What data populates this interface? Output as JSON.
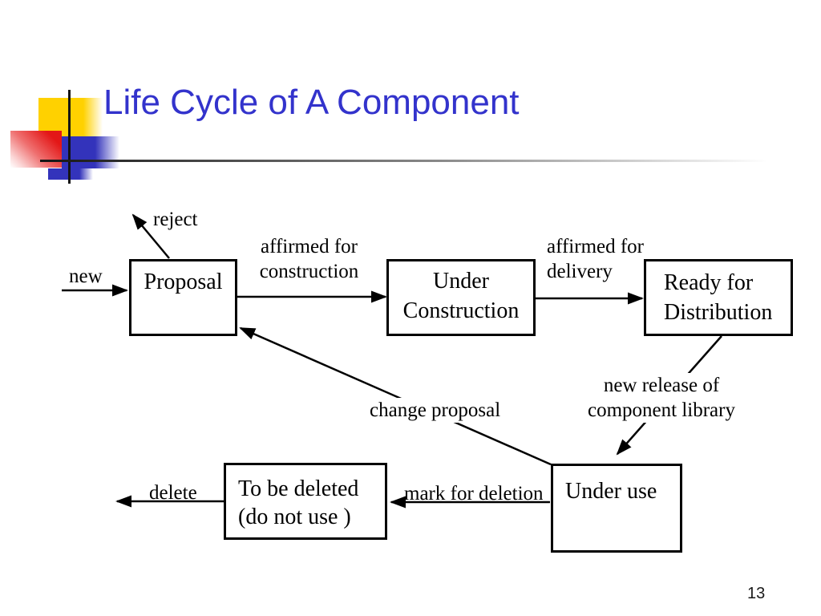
{
  "slide": {
    "title": "Life Cycle of A Component",
    "page_number": "13",
    "colors": {
      "title_text": "#3333CC",
      "deco_yellow": "#FFD100",
      "deco_red": "#E31717",
      "deco_blue": "#3333BB",
      "diagram_ink": "#000000",
      "node_fill": "#FFFFFF"
    }
  },
  "diagram": {
    "nodes": {
      "proposal": {
        "label": "Proposal"
      },
      "under_construction": {
        "line1": "Under",
        "line2": "Construction"
      },
      "ready_for_distribution": {
        "line1": "Ready for",
        "line2": "Distribution"
      },
      "under_use": {
        "label": "Under use"
      },
      "to_be_deleted": {
        "line1": "To be deleted",
        "line2": "(do not use )"
      }
    },
    "edges": {
      "new": {
        "label": "new",
        "from": "start",
        "to": "proposal"
      },
      "reject": {
        "label": "reject",
        "from": "proposal",
        "to": "out-top"
      },
      "affirmed_for_construction": {
        "line1": "affirmed for",
        "line2": "construction",
        "from": "proposal",
        "to": "under_construction"
      },
      "affirmed_for_delivery": {
        "line1": "affirmed for",
        "line2": "delivery",
        "from": "under_construction",
        "to": "ready_for_distribution"
      },
      "new_release": {
        "line1": "new release of",
        "line2": "component library",
        "from": "ready_for_distribution",
        "to": "under_use"
      },
      "change_proposal": {
        "label": "change proposal",
        "from": "under_use",
        "to": "proposal"
      },
      "mark_for_deletion": {
        "label": "mark for deletion",
        "from": "under_use",
        "to": "to_be_deleted"
      },
      "delete": {
        "label": "delete",
        "from": "to_be_deleted",
        "to": "out-left"
      }
    }
  }
}
